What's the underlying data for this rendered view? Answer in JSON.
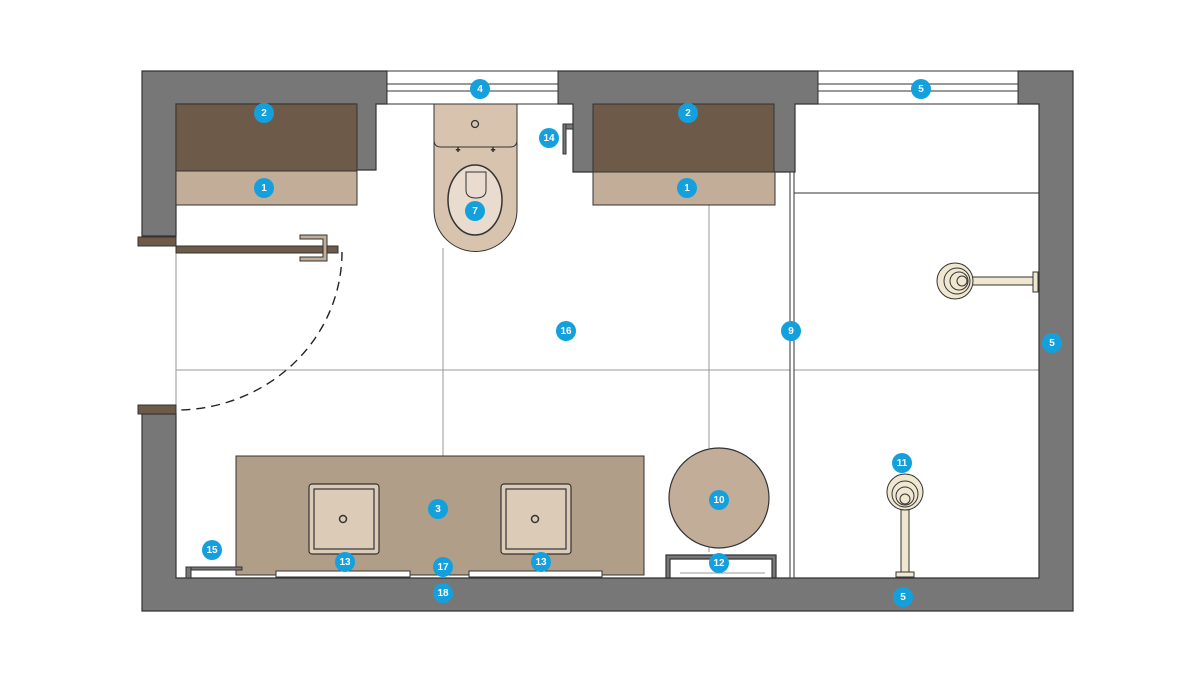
{
  "diagram": {
    "type": "bathroom-floor-plan",
    "colors": {
      "wall": "#777777",
      "wall_outline": "#333333",
      "cabinet_dark": "#6e5a48",
      "cabinet_light": "#c2ad99",
      "vanity": "#b09e89",
      "sink": "#dccbb7",
      "toilet": "#d7c3ae",
      "toilet_seat": "#e9dccf",
      "stool": "#c2ad99",
      "door": "#6e5a48",
      "fixture": "#efe7cf",
      "grid_line": "#999999",
      "badge": "#14a0dc",
      "badge_text": "#ffffff"
    },
    "callouts": [
      {
        "id": "1a",
        "label": "1",
        "element": "cabinet-front-left"
      },
      {
        "id": "1b",
        "label": "1",
        "element": "cabinet-front-right"
      },
      {
        "id": "2a",
        "label": "2",
        "element": "cabinet-top-left"
      },
      {
        "id": "2b",
        "label": "2",
        "element": "cabinet-top-right"
      },
      {
        "id": "3",
        "label": "3",
        "element": "vanity-counter"
      },
      {
        "id": "4",
        "label": "4",
        "element": "window-left"
      },
      {
        "id": "5a",
        "label": "5",
        "element": "window-right"
      },
      {
        "id": "5b",
        "label": "5",
        "element": "right-wall"
      },
      {
        "id": "5c",
        "label": "5",
        "element": "bottom-wall-shower"
      },
      {
        "id": "7",
        "label": "7",
        "element": "toilet"
      },
      {
        "id": "9",
        "label": "9",
        "element": "glass-partition"
      },
      {
        "id": "10",
        "label": "10",
        "element": "round-stool"
      },
      {
        "id": "11",
        "label": "11",
        "element": "shower-fixture-bottom"
      },
      {
        "id": "12",
        "label": "12",
        "element": "bench"
      },
      {
        "id": "13a",
        "label": "13",
        "element": "sink-left"
      },
      {
        "id": "13b",
        "label": "13",
        "element": "sink-right"
      },
      {
        "id": "14",
        "label": "14",
        "element": "toilet-paper-holder"
      },
      {
        "id": "15",
        "label": "15",
        "element": "corner-shelf"
      },
      {
        "id": "16",
        "label": "16",
        "element": "floor-tiles"
      },
      {
        "id": "17",
        "label": "17",
        "element": "baseboard"
      },
      {
        "id": "18",
        "label": "18",
        "element": "bottom-wall"
      }
    ]
  }
}
